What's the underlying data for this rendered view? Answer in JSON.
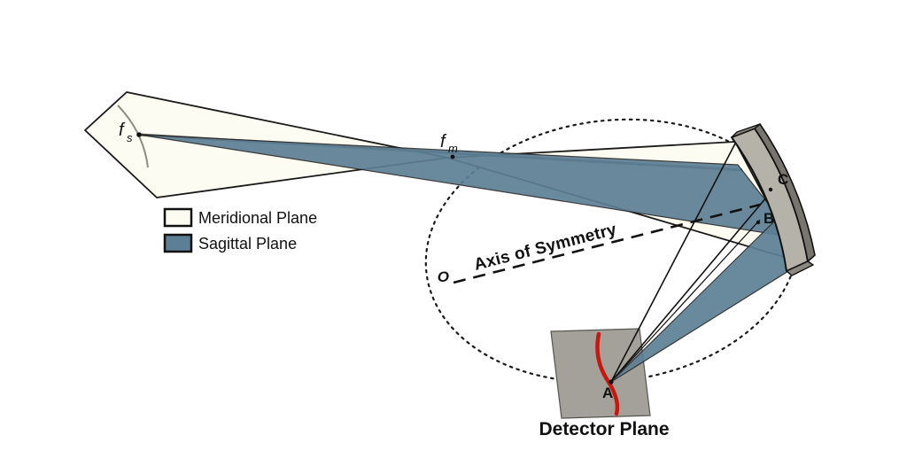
{
  "labels": {
    "fs": {
      "main": "f",
      "sub": "s"
    },
    "fm": {
      "main": "f",
      "sub": "m"
    },
    "origin": "O",
    "axis_of_symmetry": "Axis of Symmetry",
    "point_a": "A",
    "point_b": "B",
    "point_c": "C",
    "detector_plane": "Detector Plane"
  },
  "legend": {
    "items": [
      {
        "label": "Meridional Plane",
        "color": "#fdfcf2"
      },
      {
        "label": "Sagittal Plane",
        "color": "#5d7f95"
      }
    ]
  },
  "colors": {
    "meridional_plane": "#fdfcf2",
    "sagittal_plane": "#5d7f95",
    "mirror_face": "#b4b2a9",
    "mirror_side": "#77756e",
    "mirror_cap": "#8b897f",
    "detector_plane": "#a3a19a",
    "focal_curve_red": "#c9170e",
    "outline": "#1a1a1a"
  }
}
